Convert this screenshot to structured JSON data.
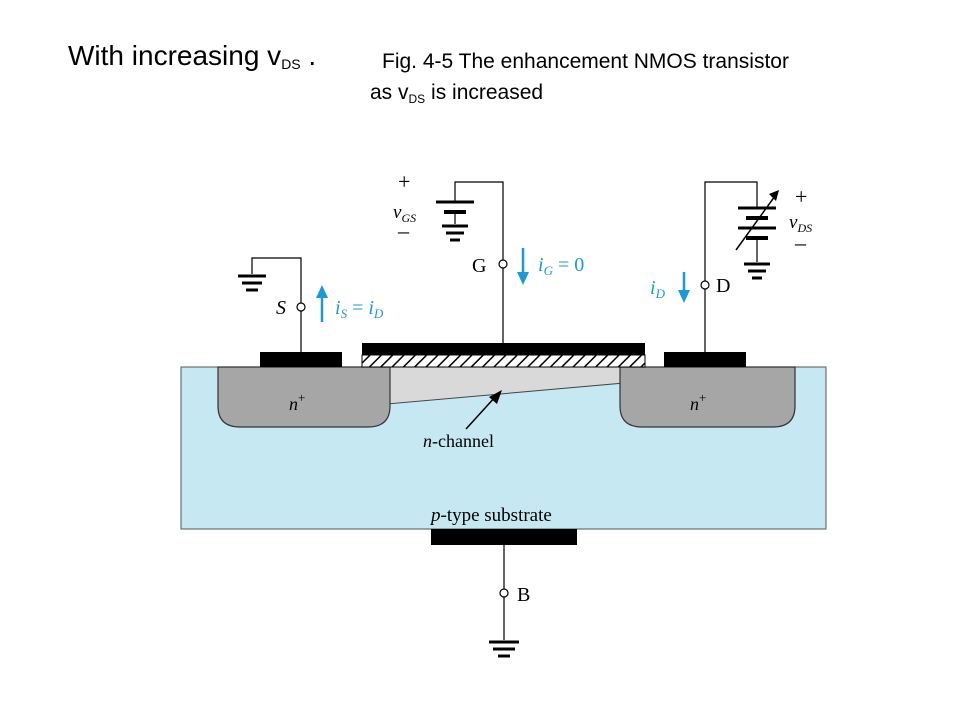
{
  "title": {
    "main_text": "With increasing v",
    "main_sub": "DS",
    "main_suffix": " .",
    "fig_line1": "Fig. 4-5 The enhancement NMOS transistor",
    "fig_line2_prefix": "as v",
    "fig_line2_sub": "DS",
    "fig_line2_suffix": " is increased"
  },
  "diagram": {
    "vgs_plus": "+",
    "vgs_minus": "–",
    "vgs_var": "v",
    "vgs_sub": "GS",
    "vds_plus": "+",
    "vds_minus": "–",
    "vds_var": "v",
    "vds_sub": "DS",
    "gate_terminal": "G",
    "ig_var": "i",
    "ig_sub": "G",
    "ig_eq": " = 0",
    "source_terminal": "S",
    "is_var": "i",
    "is_sub": "S",
    "is_eq": " = ",
    "is_rhs_var": "i",
    "is_rhs_sub": "D",
    "drain_terminal": "D",
    "id_var": "i",
    "id_sub": "D",
    "n_plus_left": "n",
    "n_plus_left_sup": "+",
    "n_plus_right": "n",
    "n_plus_right_sup": "+",
    "channel_label_italic": "n",
    "channel_label_rest": "-channel",
    "substrate_label_italic": "p",
    "substrate_label_rest": "-type substrate",
    "body_terminal": "B"
  },
  "colors": {
    "substrate": "#c5e8f2",
    "n_region": "#a6a6a6",
    "channel": "#d9d9d9",
    "current_arrow": "#1a9ad6",
    "metal": "#000000"
  }
}
